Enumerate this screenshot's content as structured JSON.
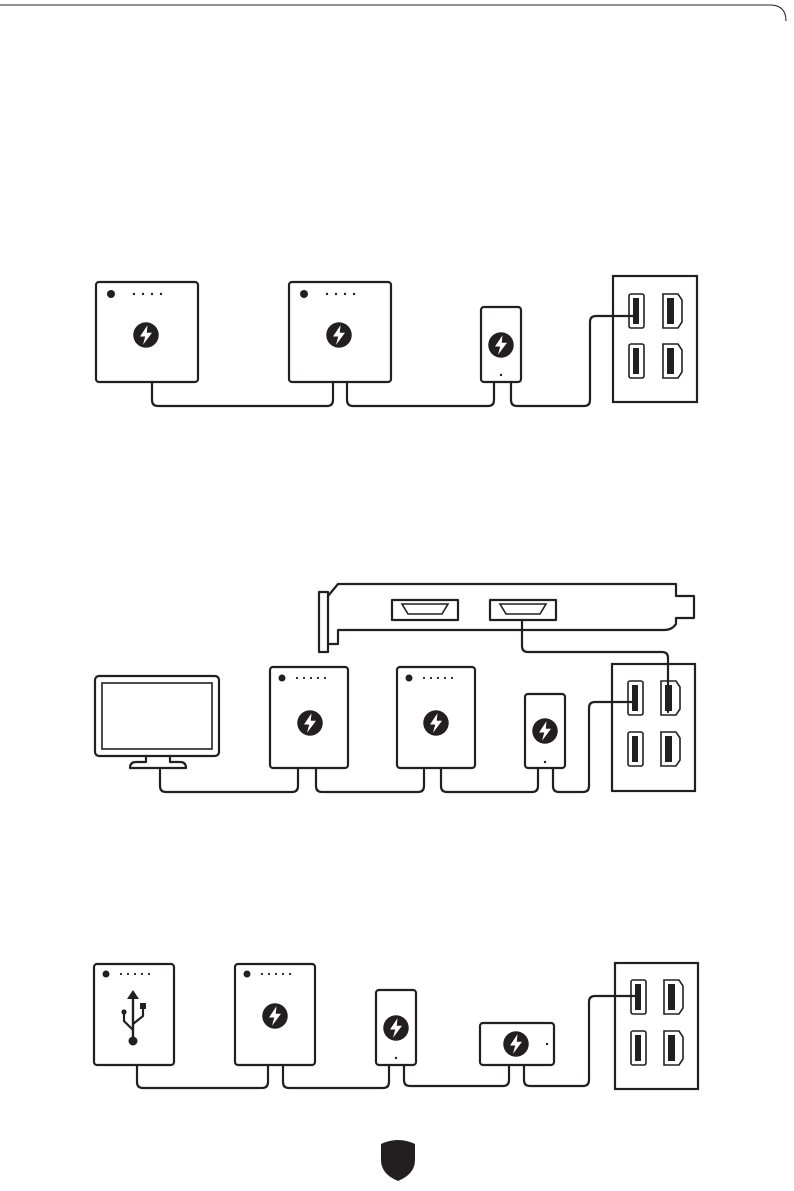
{
  "page": {
    "colors": {
      "line": "#231f20",
      "background": "#ffffff"
    },
    "diagrams": [
      {
        "description_icons": [
          "thunderbolt-icon",
          "thunderbolt-icon",
          "thunderbolt-icon"
        ],
        "devices": [
          "thunderbolt-storage-device",
          "thunderbolt-storage-device",
          "thunderbolt-portable-device"
        ],
        "target": "io-panel"
      },
      {
        "description_icons": [
          "monitor-icon",
          "thunderbolt-icon",
          "thunderbolt-icon",
          "thunderbolt-icon"
        ],
        "devices": [
          "monitor",
          "thunderbolt-storage-device",
          "thunderbolt-storage-device",
          "thunderbolt-portable-device"
        ],
        "target": "io-panel",
        "extra": "graphics-card-displayport"
      },
      {
        "description_icons": [
          "usb-icon",
          "thunderbolt-icon",
          "thunderbolt-icon",
          "thunderbolt-icon"
        ],
        "devices": [
          "usb-device",
          "thunderbolt-storage-device",
          "thunderbolt-portable-device",
          "thunderbolt-dock"
        ],
        "target": "io-panel"
      }
    ],
    "footer_icon": "shield-logo-icon"
  }
}
